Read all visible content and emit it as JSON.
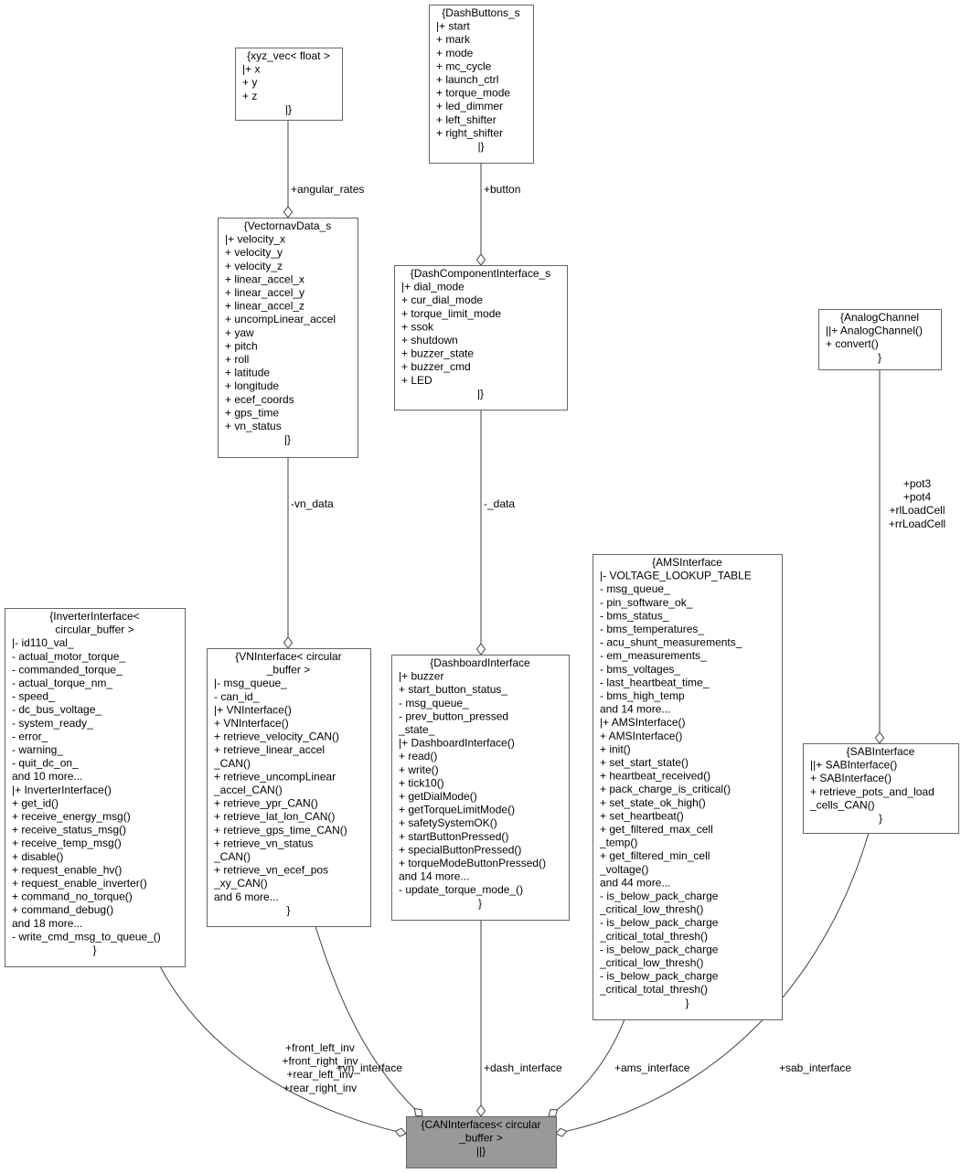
{
  "diagram": {
    "nodes": [
      {
        "id": "xyz_vec",
        "title": [
          "{xyz_vec< float >"
        ],
        "lines": [
          "|+ x",
          "+ y",
          "+ z"
        ],
        "close": "|}"
      },
      {
        "id": "dash_buttons",
        "title": [
          "{DashButtons_s"
        ],
        "lines": [
          "|+ start",
          "+ mark",
          "+ mode",
          "+ mc_cycle",
          "+ launch_ctrl",
          "+ torque_mode",
          "+ led_dimmer",
          "+ left_shifter",
          "+ right_shifter"
        ],
        "close": "|}"
      },
      {
        "id": "vectornav_data",
        "title": [
          "{VectornavData_s"
        ],
        "lines": [
          "|+ velocity_x",
          "+ velocity_y",
          "+ velocity_z",
          "+ linear_accel_x",
          "+ linear_accel_y",
          "+ linear_accel_z",
          "+ uncompLinear_accel",
          "+ yaw",
          "+ pitch",
          "+ roll",
          "+ latitude",
          "+ longitude",
          "+ ecef_coords",
          "+ gps_time",
          "+ vn_status"
        ],
        "close": "|}"
      },
      {
        "id": "dash_component",
        "title": [
          "{DashComponentInterface_s"
        ],
        "lines": [
          "|+ dial_mode",
          "+ cur_dial_mode",
          "+ torque_limit_mode",
          "+ ssok",
          "+ shutdown",
          "+ buzzer_state",
          "+ buzzer_cmd",
          "+ LED"
        ],
        "close": "|}"
      },
      {
        "id": "analog_channel",
        "title": [
          "{AnalogChannel"
        ],
        "lines": [
          "||+ AnalogChannel()",
          "+ convert()"
        ],
        "close": "}"
      },
      {
        "id": "inverter_interface",
        "title": [
          "{InverterInterface<",
          "circular_buffer >"
        ],
        "lines": [
          "|- id110_val_",
          "- actual_motor_torque_",
          "- commanded_torque_",
          "- actual_torque_nm_",
          "- speed_",
          "- dc_bus_voltage_",
          "- system_ready_",
          "- error_",
          "- warning_",
          "- quit_dc_on_",
          "and 10 more...",
          "|+ InverterInterface()",
          "+ get_id()",
          "+ receive_energy_msg()",
          "+ receive_status_msg()",
          "+ receive_temp_msg()",
          "+ disable()",
          "+ request_enable_hv()",
          "+ request_enable_inverter()",
          "+ command_no_torque()",
          "+ command_debug()",
          "and 18 more...",
          "- write_cmd_msg_to_queue_()"
        ],
        "close": "}"
      },
      {
        "id": "vn_interface",
        "title": [
          "{VNInterface< circular",
          "_buffer >"
        ],
        "lines": [
          "|- msg_queue_",
          "- can_id_",
          "|+ VNInterface()",
          "+ VNInterface()",
          "+ retrieve_velocity_CAN()",
          "+ retrieve_linear_accel",
          "_CAN()",
          "+ retrieve_uncompLinear",
          "_accel_CAN()",
          "+ retrieve_ypr_CAN()",
          "+ retrieve_lat_lon_CAN()",
          "+ retrieve_gps_time_CAN()",
          "+ retrieve_vn_status",
          "_CAN()",
          "+ retrieve_vn_ecef_pos",
          "_xy_CAN()",
          "and 6 more..."
        ],
        "close": "}"
      },
      {
        "id": "dashboard_interface",
        "title": [
          "{DashboardInterface"
        ],
        "lines": [
          "|+ buzzer",
          "+ start_button_status_",
          "- msg_queue_",
          "- prev_button_pressed",
          "_state_",
          "|+ DashboardInterface()",
          "+ read()",
          "+ write()",
          "+ tick10()",
          "+ getDialMode()",
          "+ getTorqueLimitMode()",
          "+ safetySystemOK()",
          "+ startButtonPressed()",
          "+ specialButtonPressed()",
          "+ torqueModeButtonPressed()",
          "and 14 more...",
          "- update_torque_mode_()"
        ],
        "close": "}"
      },
      {
        "id": "ams_interface",
        "title": [
          "{AMSInterface"
        ],
        "lines": [
          "|- VOLTAGE_LOOKUP_TABLE",
          "- msg_queue_",
          "- pin_software_ok_",
          "- bms_status_",
          "- bms_temperatures_",
          "- acu_shunt_measurements_",
          "- em_measurements_",
          "- bms_voltages_",
          "- last_heartbeat_time_",
          "- bms_high_temp",
          "and 14 more...",
          "|+ AMSInterface()",
          "+ AMSInterface()",
          "+ init()",
          "+ set_start_state()",
          "+ heartbeat_received()",
          "+ pack_charge_is_critical()",
          "+ set_state_ok_high()",
          "+ set_heartbeat()",
          "+ get_filtered_max_cell",
          "_temp()",
          "+ get_filtered_min_cell",
          "_voltage()",
          "and 44 more...",
          "- is_below_pack_charge",
          "_critical_low_thresh()",
          "- is_below_pack_charge",
          "_critical_total_thresh()",
          "- is_below_pack_charge",
          "_critical_low_thresh()",
          "- is_below_pack_charge",
          "_critical_total_thresh()"
        ],
        "close": "}"
      },
      {
        "id": "sab_interface",
        "title": [
          "{SABInterface"
        ],
        "lines": [
          "||+ SABInterface()",
          "+ SABInterface()",
          "+ retrieve_pots_and_load",
          "_cells_CAN()"
        ],
        "close": "}"
      },
      {
        "id": "can_interfaces",
        "title": [
          "{CANInterfaces< circular",
          "_buffer >"
        ],
        "lines": [],
        "close": "||}",
        "highlighted": true
      }
    ],
    "edges": [
      {
        "from": "xyz_vec",
        "to": "vectornav_data",
        "labels": [
          "+angular_rates"
        ]
      },
      {
        "from": "dash_buttons",
        "to": "dash_component",
        "labels": [
          "+button"
        ]
      },
      {
        "from": "vectornav_data",
        "to": "vn_interface",
        "labels": [
          "-vn_data"
        ]
      },
      {
        "from": "dash_component",
        "to": "dashboard_interface",
        "labels": [
          "-_data"
        ]
      },
      {
        "from": "analog_channel",
        "to": "sab_interface",
        "labels": [
          "+pot3",
          "+pot4",
          "+rlLoadCell",
          "+rrLoadCell"
        ]
      },
      {
        "from": "inverter_interface",
        "to": "can_interfaces",
        "labels": [
          "+front_left_inv",
          "+front_right_inv",
          "+rear_left_inv",
          "+rear_right_inv"
        ]
      },
      {
        "from": "vn_interface",
        "to": "can_interfaces",
        "labels": [
          "+vn_interface"
        ]
      },
      {
        "from": "dashboard_interface",
        "to": "can_interfaces",
        "labels": [
          "+dash_interface"
        ]
      },
      {
        "from": "ams_interface",
        "to": "can_interfaces",
        "labels": [
          "+ams_interface"
        ]
      },
      {
        "from": "sab_interface",
        "to": "can_interfaces",
        "labels": [
          "+sab_interface"
        ]
      }
    ],
    "colors": {
      "focus_fill": "#999999",
      "border": "#666666",
      "edge": "#404040"
    }
  }
}
